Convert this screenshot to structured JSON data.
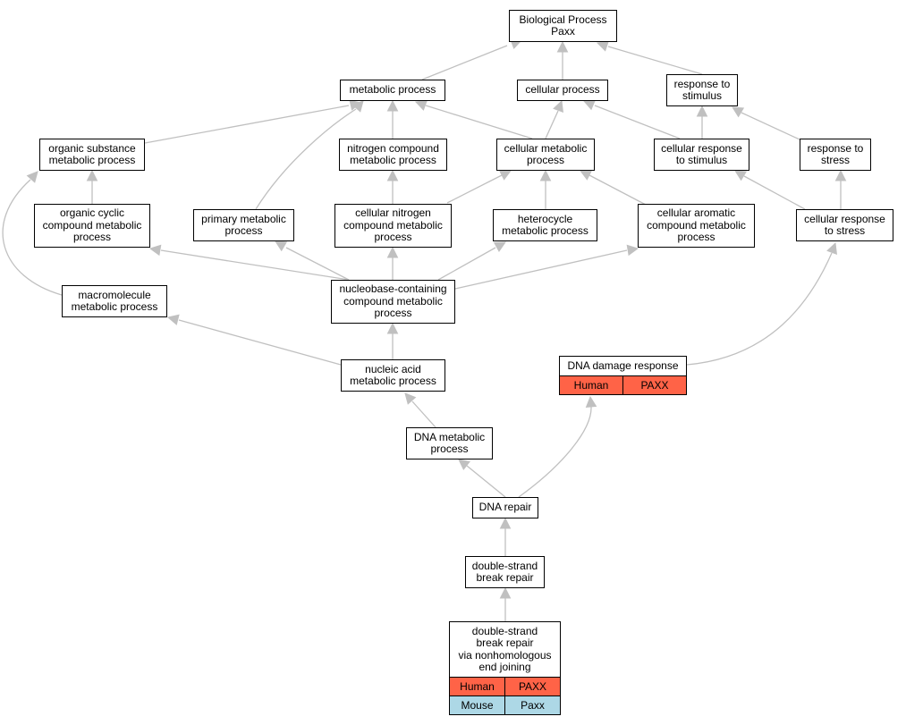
{
  "graph": {
    "nodes": [
      {
        "id": "bp",
        "label": "Biological Process\nPaxx"
      },
      {
        "id": "metabolic",
        "label": "metabolic process"
      },
      {
        "id": "cellular",
        "label": "cellular process"
      },
      {
        "id": "resp_stim",
        "label": "response to\nstimulus"
      },
      {
        "id": "org_sub",
        "label": "organic substance\nmetabolic process"
      },
      {
        "id": "nitrogen",
        "label": "nitrogen compound\nmetabolic process"
      },
      {
        "id": "cell_met",
        "label": "cellular metabolic\nprocess"
      },
      {
        "id": "cell_resp_stim",
        "label": "cellular response\nto stimulus"
      },
      {
        "id": "resp_stress",
        "label": "response to\nstress"
      },
      {
        "id": "org_cyclic",
        "label": "organic cyclic\ncompound metabolic\nprocess"
      },
      {
        "id": "primary",
        "label": "primary metabolic\nprocess"
      },
      {
        "id": "cell_nitrogen",
        "label": "cellular nitrogen\ncompound metabolic\nprocess"
      },
      {
        "id": "heterocycle",
        "label": "heterocycle\nmetabolic process"
      },
      {
        "id": "cell_aromatic",
        "label": "cellular aromatic\ncompound metabolic\nprocess"
      },
      {
        "id": "cell_resp_stress",
        "label": "cellular response\nto stress"
      },
      {
        "id": "macro",
        "label": "macromolecule\nmetabolic process"
      },
      {
        "id": "nucleobase",
        "label": "nucleobase-containing\ncompound metabolic\nprocess"
      },
      {
        "id": "nucleic",
        "label": "nucleic acid\nmetabolic process"
      },
      {
        "id": "dna_met",
        "label": "DNA metabolic\nprocess"
      },
      {
        "id": "dna_repair",
        "label": "DNA repair"
      },
      {
        "id": "dsb",
        "label": "double-strand\nbreak repair"
      }
    ],
    "records": [
      {
        "id": "dna_damage",
        "label": "DNA damage response",
        "rows": [
          [
            "Human",
            "PAXX"
          ]
        ],
        "row_colors": [
          "#ff6347"
        ]
      },
      {
        "id": "nhej",
        "label": "double-strand\nbreak repair\nvia nonhomologous\nend joining",
        "rows": [
          [
            "Human",
            "PAXX"
          ],
          [
            "Mouse",
            "Paxx"
          ]
        ],
        "row_colors": [
          "#ff6347",
          "#add8e6"
        ]
      }
    ],
    "edge_color": "#c0c0c0"
  }
}
